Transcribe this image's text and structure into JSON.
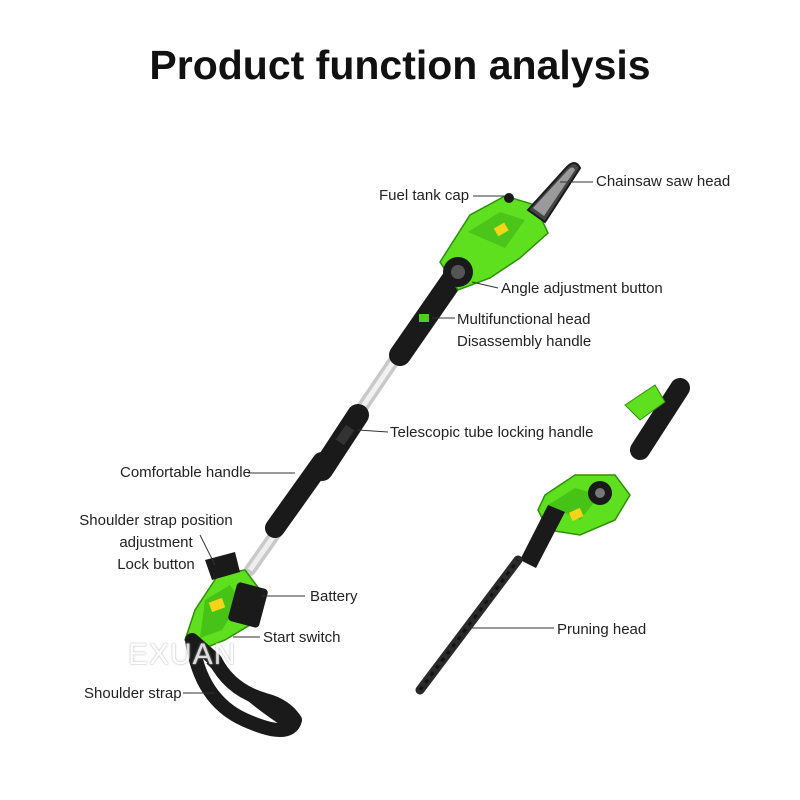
{
  "title": "Product function analysis",
  "labels": {
    "fuel_tank_cap": "Fuel tank cap",
    "chainsaw_saw_head": "Chainsaw saw head",
    "angle_adjustment_button": "Angle adjustment button",
    "multifunctional_head_line1": "Multifunctional head",
    "multifunctional_head_line2": "Disassembly handle",
    "telescopic_tube_locking_handle": "Telescopic tube locking handle",
    "comfortable_handle": "Comfortable handle",
    "shoulder_strap_adj_line1": "Shoulder strap position",
    "shoulder_strap_adj_line2": "adjustment",
    "shoulder_strap_adj_line3": "Lock button",
    "battery": "Battery",
    "start_switch": "Start switch",
    "shoulder_strap": "Shoulder strap",
    "pruning_head": "Pruning head"
  },
  "watermark": "EXUAN",
  "colors": {
    "body_green": "#5ee01f",
    "dark_green": "#3aa80f",
    "black": "#1a1a1a",
    "pole": "#d8d8d8",
    "text": "#222222"
  }
}
